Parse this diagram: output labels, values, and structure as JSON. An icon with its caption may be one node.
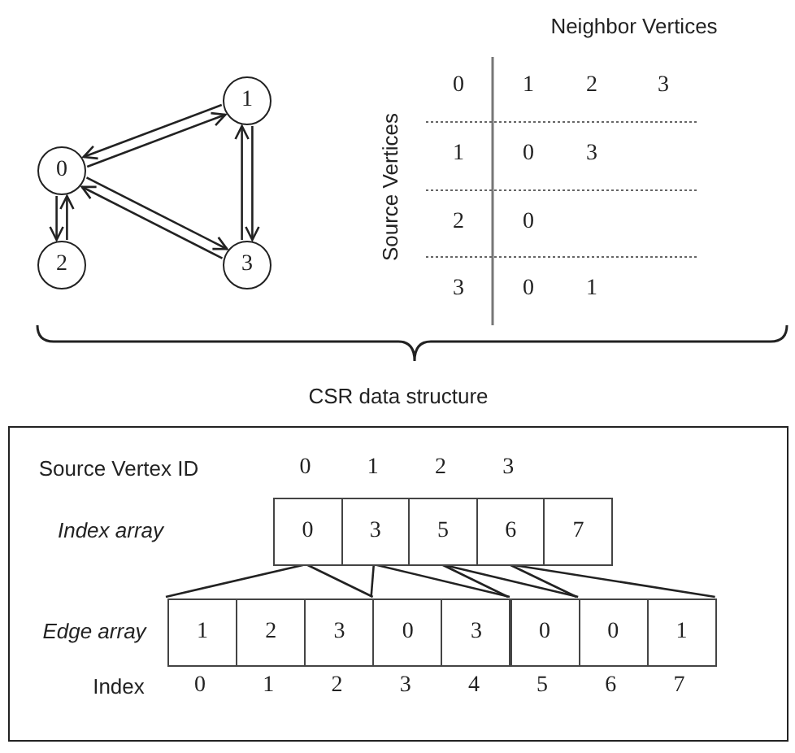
{
  "diagram": {
    "nodes": [
      {
        "text": [
          "0"
        ]
      },
      {
        "text": [
          "1"
        ]
      },
      {
        "text": [
          "2"
        ]
      },
      {
        "text": [
          "3"
        ]
      },
      {
        "text": [
          "CSR data structure"
        ]
      },
      {
        "text": [
          "0"
        ],
        "in": 4
      },
      {
        "text": [
          "3"
        ],
        "in": 4
      },
      {
        "text": [
          "5"
        ],
        "in": 4
      },
      {
        "text": [
          "6"
        ],
        "in": 4
      },
      {
        "text": [
          "7"
        ],
        "in": 4
      },
      {
        "text": [
          "1"
        ],
        "in": 4
      },
      {
        "text": [
          "2"
        ],
        "in": 4
      },
      {
        "text": [
          "3"
        ],
        "in": 4
      },
      {
        "text": [
          "0"
        ],
        "in": 4
      },
      {
        "text": [
          "3"
        ],
        "in": 4
      },
      {
        "text": [
          "0"
        ],
        "in": 4
      },
      {
        "text": [
          "0"
        ],
        "in": 4
      },
      {
        "text": [
          "1"
        ],
        "in": 4
      }
    ],
    "edges": [
      {
        "from": 0,
        "to": 1,
        "arrow": "to"
      },
      {
        "from": 1,
        "to": 0,
        "arrow": "to"
      },
      {
        "from": 0,
        "to": 2,
        "arrow": "to"
      },
      {
        "from": 2,
        "to": 0,
        "arrow": "to"
      },
      {
        "from": 0,
        "to": 3,
        "arrow": "to"
      },
      {
        "from": 3,
        "to": 0,
        "arrow": "to"
      },
      {
        "from": 1,
        "to": 3,
        "arrow": "to"
      },
      {
        "from": 3,
        "to": 1,
        "arrow": "to"
      },
      {
        "from": 5,
        "to": 10,
        "arrow": "none"
      },
      {
        "from": 5,
        "to": 12,
        "arrow": "none"
      },
      {
        "from": 6,
        "to": 13,
        "arrow": "none"
      },
      {
        "from": 6,
        "to": 14,
        "arrow": "none"
      },
      {
        "from": 7,
        "to": 15,
        "arrow": "none"
      },
      {
        "from": 7,
        "to": 15,
        "arrow": "none"
      },
      {
        "from": 8,
        "to": 16,
        "arrow": "none"
      },
      {
        "from": 8,
        "to": 17,
        "arrow": "none"
      }
    ],
    "labels": [
      "Neighbor Vertices",
      "Source Vertices",
      "0",
      "1",
      "2",
      "3",
      "1",
      "0",
      "3",
      "2",
      "0",
      "3",
      "0",
      "1",
      "Source Vertex ID",
      "0",
      "1",
      "2",
      "3",
      "Index array",
      "Edge array",
      "Index",
      "0",
      "1",
      "2",
      "3",
      "4",
      "5",
      "6",
      "7"
    ]
  }
}
